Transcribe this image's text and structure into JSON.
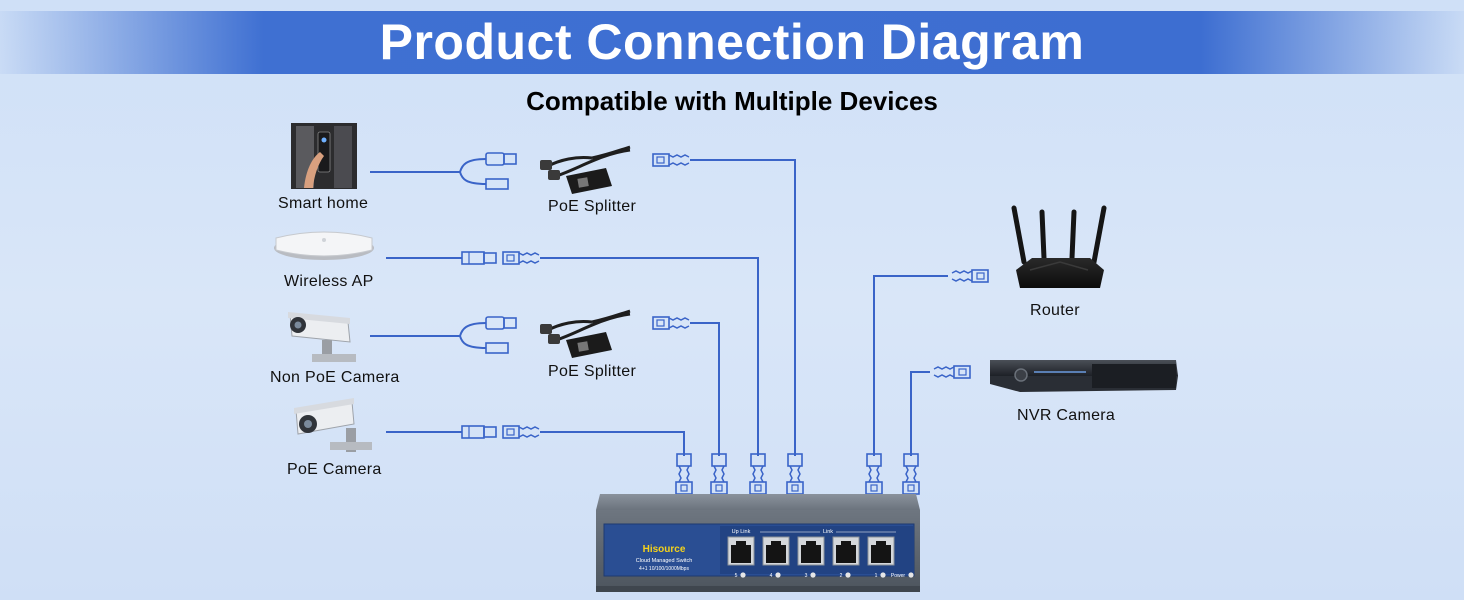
{
  "header": {
    "title": "Product Connection Diagram",
    "subtitle": "Compatible with Multiple Devices"
  },
  "devices": {
    "smart_home": "Smart home",
    "wireless_ap": "Wireless AP",
    "non_poe_camera": "Non PoE Camera",
    "poe_camera": "PoE Camera",
    "poe_splitter_1": "PoE Splitter",
    "poe_splitter_2": "PoE Splitter",
    "router": "Router",
    "nvr_camera": "NVR Camera"
  },
  "switch": {
    "brand": "Hisource",
    "model": "Cloud Managed Switch",
    "spec": "4+1 10/100/1000Mbps",
    "uplink_label": "Up Link",
    "link_label": "Link",
    "port_numbers": [
      "5",
      "4",
      "3",
      "2",
      "1"
    ],
    "power_label": "Power"
  },
  "colors": {
    "banner": "#3d6ed1",
    "cable": "#3a64c8",
    "switch_panel": "#2a4e93",
    "switch_body": "#5c6571",
    "brand_text": "#f5d21a"
  }
}
